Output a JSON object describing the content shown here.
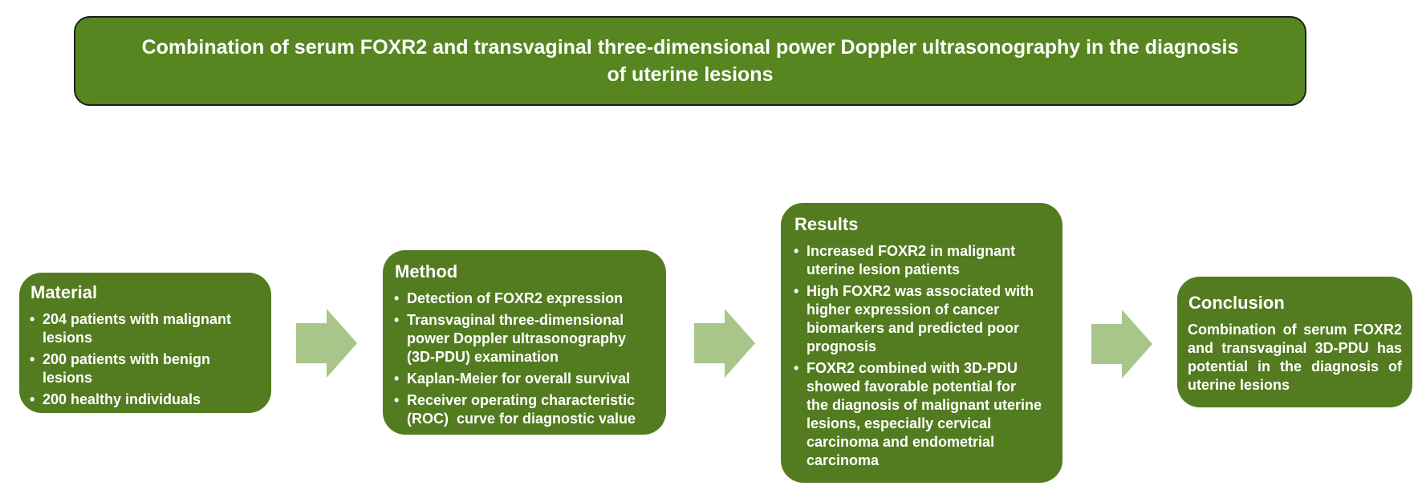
{
  "colors": {
    "background": "#ffffff",
    "title_green": "#578621",
    "box_green": "#527c1f",
    "arrow_green": "#a9c68a",
    "title_border": "#1f1f1f",
    "text": "#ffffff"
  },
  "title": {
    "full_text": "Combination of serum FOXR2 and transvaginal three-dimensional power Doppler ultrasonography in the diagnosis of uterine lesions",
    "lines": [
      "Combination of serum FOXR2 and transvaginal three-dimensional power Doppler ultrasonography in the diagnosis",
      "of uterine lesions"
    ]
  },
  "boxes": [
    {
      "heading": "Material",
      "bullets": [
        [
          "204 patients with malignant",
          "lesions"
        ],
        [
          "200 patients with benign",
          "lesions"
        ],
        [
          "200 healthy individuals"
        ]
      ]
    },
    {
      "heading": "Method",
      "bullets": [
        [
          "Detection of FOXR2 expression"
        ],
        [
          "Transvaginal three-dimensional",
          "power Doppler ultrasonography",
          "(3D-PDU) examination"
        ],
        [
          "Kaplan-Meier for overall survival"
        ],
        [
          "Receiver operating characteristic",
          "(ROC)  curve for diagnostic value"
        ]
      ]
    },
    {
      "heading": "Results",
      "bullets": [
        [
          "Increased FOXR2 in malignant",
          "uterine lesion patients"
        ],
        [
          "High FOXR2 was associated with",
          "higher expression of cancer",
          "biomarkers and predicted poor",
          "prognosis"
        ],
        [
          "FOXR2 combined with 3D-PDU",
          "showed favorable potential for",
          "the diagnosis of malignant uterine",
          "lesions, especially cervical",
          "carcinoma and endometrial",
          "carcinoma"
        ]
      ]
    },
    {
      "heading": "Conclusion",
      "paragraph_lines": [
        "Combination of serum FOXR2",
        "and transvaginal 3D-PDU has",
        "potential in the diagnosis of",
        "uterine lesions"
      ]
    }
  ]
}
